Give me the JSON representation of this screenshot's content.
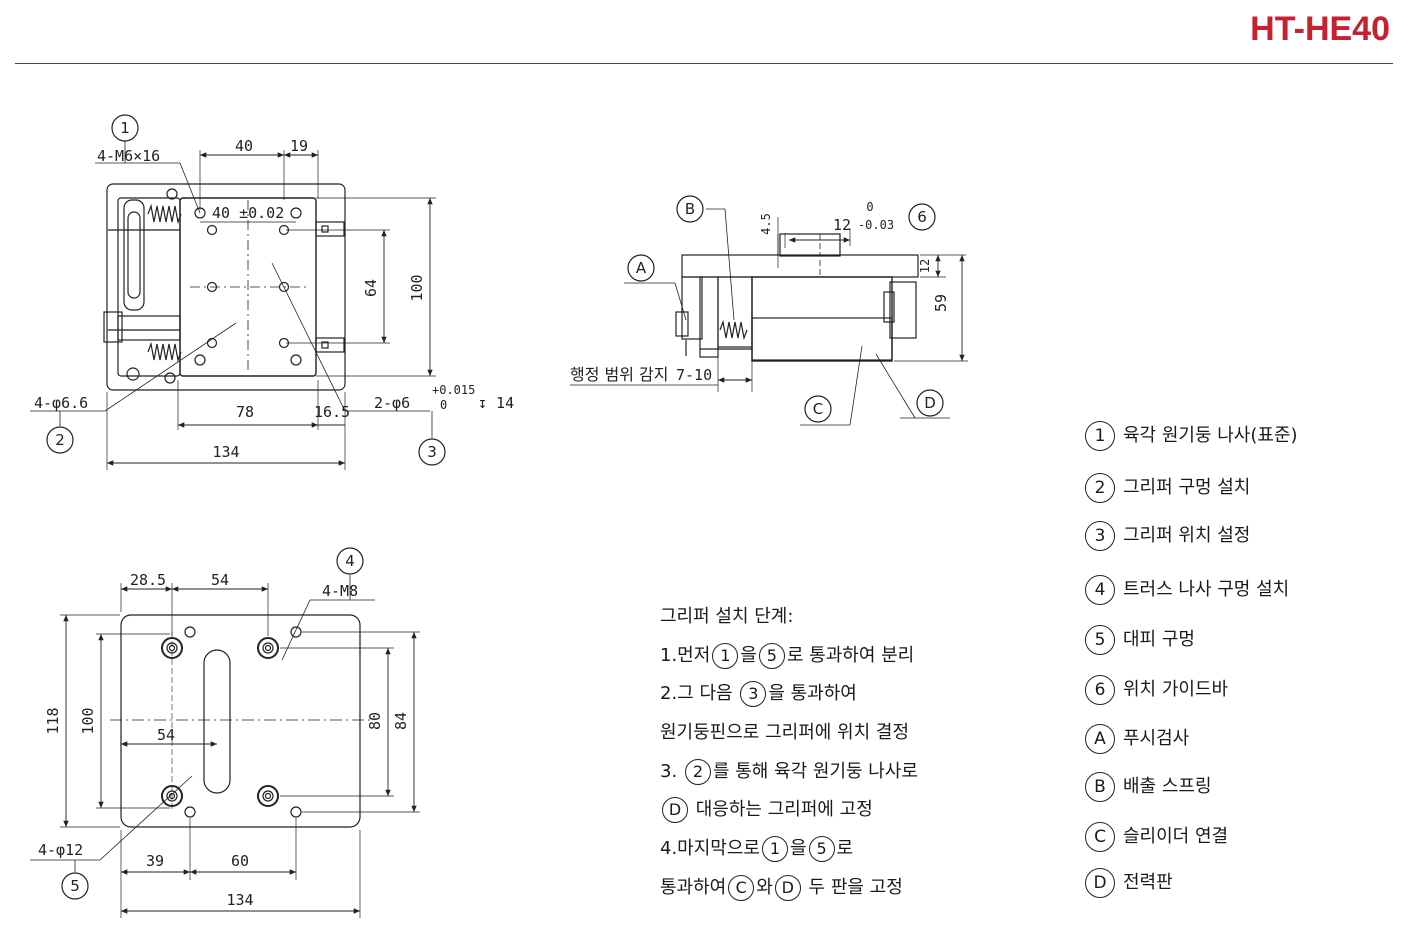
{
  "header": {
    "title": "HT-HE40"
  },
  "top_view": {
    "callout": "1",
    "hole_label": "4-M6×16",
    "dim_40": "40",
    "dim_19": "19",
    "dim_40_tol": "40 ±0.02",
    "dim_64": "64",
    "dim_100": "100",
    "dim_78": "78",
    "dim_16_5": "16.5",
    "dim_134": "134",
    "hole_label_2": "4-φ6.6",
    "callout_2": "2",
    "pin_label": "2-φ6",
    "pin_tol_upper": "+0.015",
    "pin_tol_lower": "0",
    "pin_depth": "↧ 14",
    "callout_3": "3"
  },
  "side_view": {
    "callout_B": "B",
    "callout_A": "A",
    "callout_6": "6",
    "callout_C": "C",
    "callout_D": "D",
    "dim_4_5": "4.5",
    "dim_12_tol": "12",
    "tol_upper": "0",
    "tol_lower": "-0.03",
    "dim_12": "12",
    "dim_59": "59",
    "stroke_label": "행정 범위 감지",
    "stroke_range": "7-10"
  },
  "bottom_view": {
    "callout_4": "4",
    "hole_label_m8": "4-M8",
    "dim_28_5": "28.5",
    "dim_54_top": "54",
    "dim_118": "118",
    "dim_100": "100",
    "dim_54_mid": "54",
    "dim_80": "80",
    "dim_84": "84",
    "hole_label_12": "4-φ12",
    "callout_5": "5",
    "dim_39": "39",
    "dim_60": "60",
    "dim_134": "134"
  },
  "steps": {
    "title": "그리퍼 설치 단계:",
    "s1_pre": "1.먼저",
    "s1_b1": "1",
    "s1_mid": "을",
    "s1_b2": "5",
    "s1_post": "로 통과하여 분리",
    "s2_pre": "2.그 다음",
    "s2_b1": "3",
    "s2_post": "을 통과하여",
    "s2b": "원기둥핀으로 그리퍼에 위치 결정",
    "s3_pre": "3.",
    "s3_b1": "2",
    "s3_post": "를 통해 육각 원기둥 나사로",
    "s3b_b1": "D",
    "s3b_post": "대응하는 그리퍼에 고정",
    "s4_pre": "4.마지막으로",
    "s4_b1": "1",
    "s4_mid": "을",
    "s4_b2": "5",
    "s4_post": "로",
    "s4b_pre": "통과하여",
    "s4b_b1": "C",
    "s4b_mid": "와",
    "s4b_b2": "D",
    "s4b_post": "두 판을 고정"
  },
  "legend": [
    {
      "key": "1",
      "label": "육각 원기둥 나사(표준)"
    },
    {
      "key": "2",
      "label": "그리퍼 구멍 설치"
    },
    {
      "key": "3",
      "label": "그리퍼 위치 설정"
    },
    {
      "key": "4",
      "label": "트러스 나사 구멍 설치"
    },
    {
      "key": "5",
      "label": "대피 구멍"
    },
    {
      "key": "6",
      "label": "위치 가이드바"
    },
    {
      "key": "A",
      "label": "푸시검사"
    },
    {
      "key": "B",
      "label": "배출 스프링"
    },
    {
      "key": "C",
      "label": "슬리이더 연결"
    },
    {
      "key": "D",
      "label": "전력판"
    }
  ]
}
